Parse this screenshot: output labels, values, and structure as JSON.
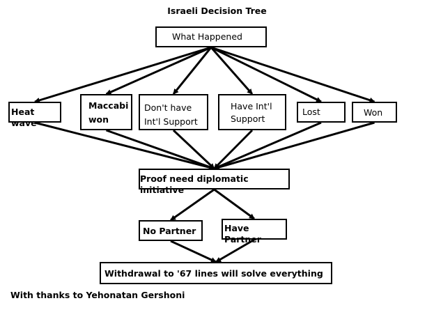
{
  "title": "Israeli Decision Tree",
  "nodes": {
    "root": "What Happened",
    "heat_wave": "Heat wave",
    "maccabi": [
      "Maccabi",
      "won"
    ],
    "no_support": [
      "Don't have",
      "Int'l Support"
    ],
    "have_support": [
      "Have Int'l",
      "Support"
    ],
    "lost": "Lost",
    "won": "Won",
    "proof": "Proof need diplomatic initiative",
    "no_partner": "No Partner",
    "have_partner": "Have Partner",
    "withdrawal": "Withdrawal to '67 lines will solve everything"
  },
  "edges": [
    [
      "root",
      "heat_wave"
    ],
    [
      "root",
      "maccabi"
    ],
    [
      "root",
      "no_support"
    ],
    [
      "root",
      "have_support"
    ],
    [
      "root",
      "lost"
    ],
    [
      "root",
      "won"
    ],
    [
      "heat_wave",
      "proof"
    ],
    [
      "maccabi",
      "proof"
    ],
    [
      "no_support",
      "proof"
    ],
    [
      "have_support",
      "proof"
    ],
    [
      "lost",
      "proof"
    ],
    [
      "won",
      "proof"
    ],
    [
      "proof",
      "no_partner"
    ],
    [
      "proof",
      "have_partner"
    ],
    [
      "no_partner",
      "withdrawal"
    ],
    [
      "have_partner",
      "withdrawal"
    ]
  ],
  "credit": "With thanks to Yehonatan Gershoni"
}
